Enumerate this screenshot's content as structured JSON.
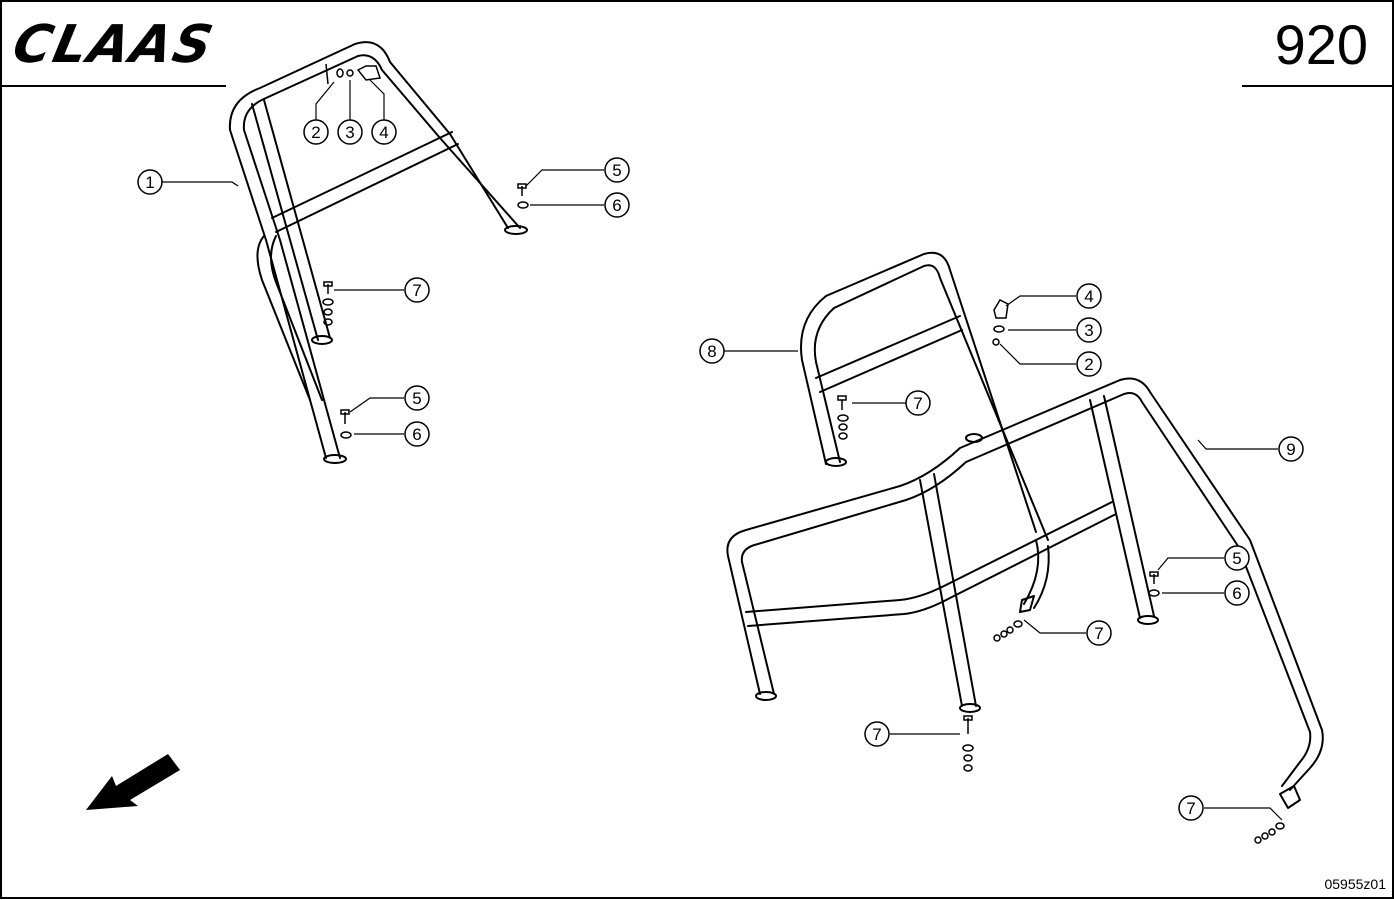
{
  "header": {
    "brand": "CLAAS",
    "page_number": "920"
  },
  "footer": {
    "drawing_code": "05955z01"
  },
  "callouts": {
    "c1": "1",
    "c2a": "2",
    "c3a": "3",
    "c4a": "4",
    "c5a": "5",
    "c6a": "6",
    "c7a": "7",
    "c5b": "5",
    "c6b": "6",
    "c4b": "4",
    "c3b": "3",
    "c2b": "2",
    "c8": "8",
    "c7b": "7",
    "c9": "9",
    "c5c": "5",
    "c6c": "6",
    "c7c": "7",
    "c7d": "7",
    "c7e": "7"
  },
  "icons": {
    "direction": "direction-arrow-icon"
  },
  "colors": {
    "line": "#000000",
    "background": "#ffffff"
  }
}
